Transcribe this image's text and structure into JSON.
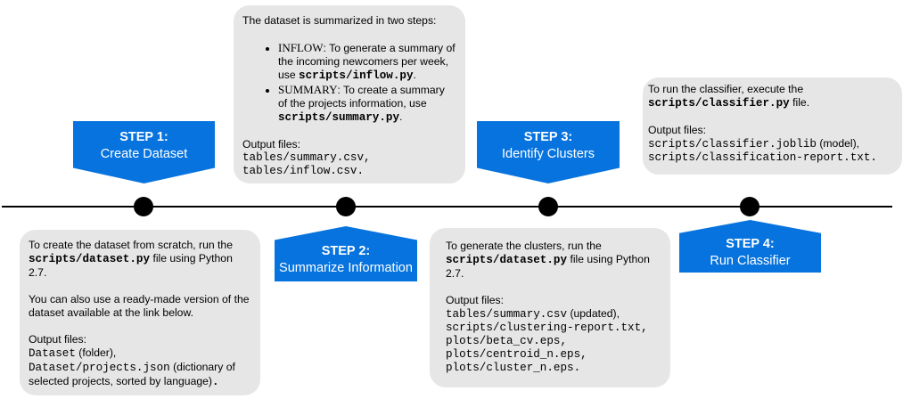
{
  "colors": {
    "step_blue": "#0773de",
    "box_gray": "#e6e6e6",
    "line": "#000000"
  },
  "steps": [
    {
      "title": "STEP 1:",
      "desc": "Create Dataset"
    },
    {
      "title": "STEP 2:",
      "desc": "Summarize Information"
    },
    {
      "title": "STEP 3:",
      "desc": "Identify Clusters"
    },
    {
      "title": "STEP 4:",
      "desc": "Run Classifier"
    }
  ],
  "box1": {
    "line1_pre": "To create the dataset from scratch, run the",
    "line1_code": "scripts/dataset.py",
    "line1_post": "file using Python 2.7.",
    "para2": "You can also use a ready-made version of the dataset available at the link below.",
    "output_label": "Output files:",
    "out1_code": "Dataset",
    "out1_note": "(folder),",
    "out2_code": "Dataset/projects.json",
    "out2_note": "(dictionary of selected projects, sorted by language)",
    "out2_end": "."
  },
  "box2": {
    "intro": "The dataset is summarized in two steps:",
    "b1_name": "INFLOW",
    "b1_text": ": To generate a summary of the incoming newcomers per week, use",
    "b1_code": "scripts/inflow.py",
    "b1_end": ".",
    "b2_name": "SUMMARY",
    "b2_text": ": To create a summary of the projects information, use",
    "b2_code": "scripts/summary.py",
    "b2_end": ".",
    "output_label": "Output files:",
    "out1": "tables/summary.csv,",
    "out2": "tables/inflow.csv."
  },
  "box3": {
    "line1_pre": "To generate the clusters, run the",
    "line1_code": "scripts/dataset.py",
    "line1_post": "file using Python 2.7.",
    "output_label": "Output files:",
    "out1_code": "tables/summary.csv",
    "out1_note": "(updated),",
    "out2": "scripts/clustering-report.txt,",
    "out3": "plots/beta_cv.eps,",
    "out4": "plots/centroid_n.eps,",
    "out5": "plots/cluster_n.eps."
  },
  "box4": {
    "line1_pre": "To run the classifier, execute the",
    "line1_code": "scripts/classifier.py",
    "line1_post": "file.",
    "output_label": "Output files:",
    "out1_code": "scripts/classifier.joblib",
    "out1_note": "(model),",
    "out2": "scripts/classification-report.txt."
  }
}
